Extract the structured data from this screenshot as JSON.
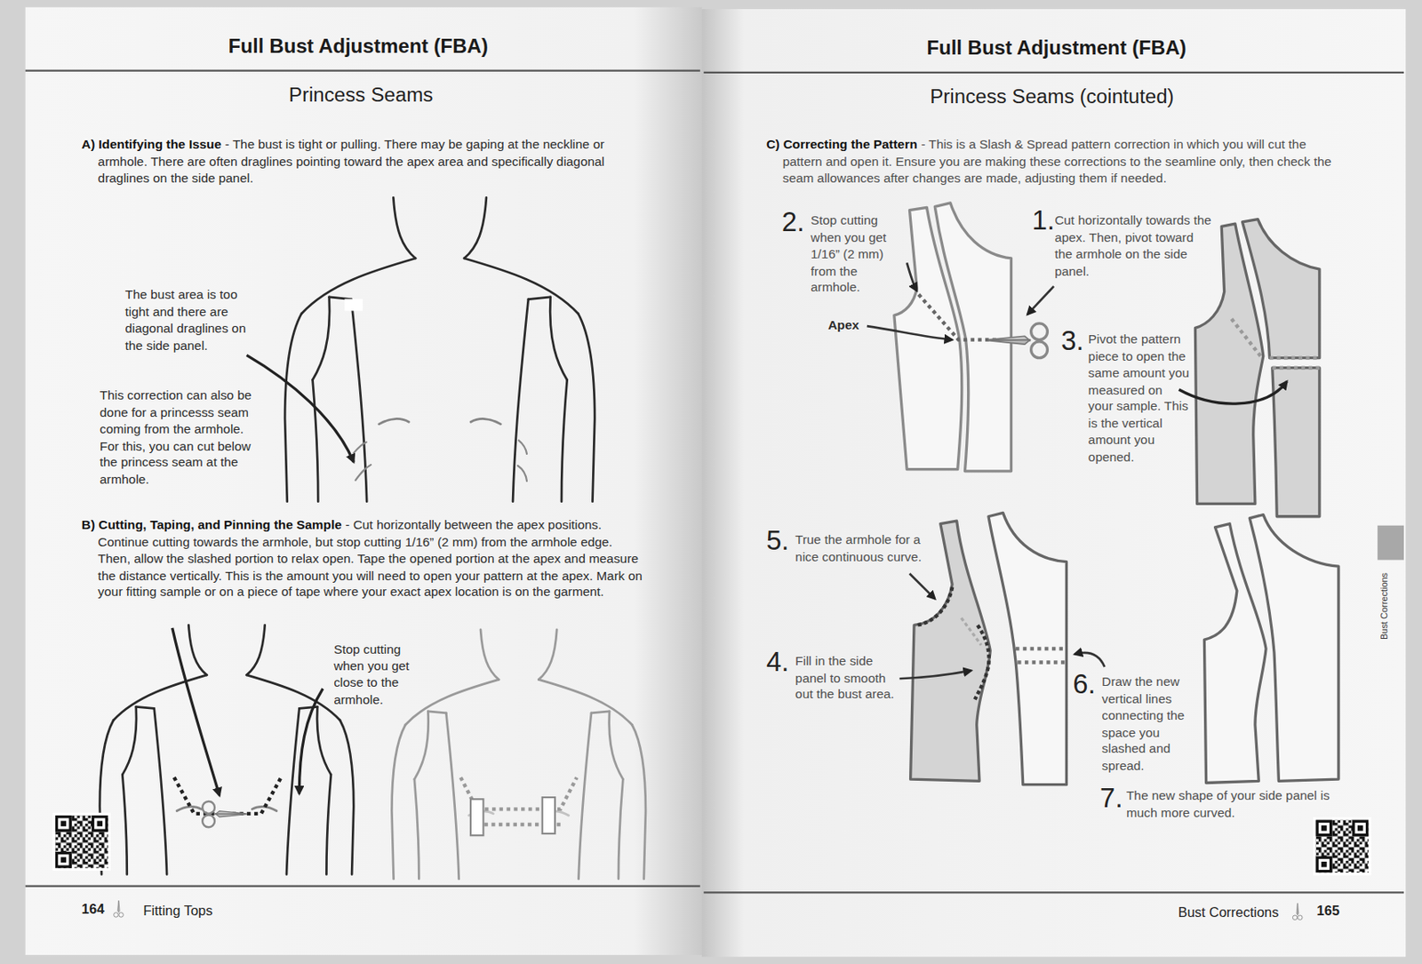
{
  "diagram": {
    "title": "Full Bust Adjustment (FBA)",
    "labels": [
      "Princess Seams",
      "A) Identifying the Issue",
      "- The bust is tight or pulling. There may be gaping at the neckline or armhole. There are often draglines pointing toward the apex area and specifically diagonal draglines on the side panel.",
      "The bust area is too tight and there are diagonal draglines on the side panel.",
      "This correction can also be done for a princesss seam coming from the armhole. For this, you can cut below the princess seam at the armhole.",
      "B) Cutting, Taping, and Pinning the Sample",
      "- Cut horizontally between the apex positions. Continue cutting towards the armhole, but stop cutting 1/16” (2 mm) from the armhole edge. Then, allow the slashed portion to relax open. Tape the opened portion at the apex and measure the distance vertically. This is the amount you will need to open your pattern at the apex. Mark on your fitting sample or on a piece of tape where your exact apex location is on the garment.",
      "Stop cutting when you get close to the armhole.",
      "164",
      "Fitting Tops",
      "Full Bust Adjustment (FBA)",
      "Princess Seams (cointuted)",
      "C) Correcting the Pattern",
      "- This is a Slash & Spread pattern correction in which you will cut the pattern and open it. Ensure you are making these corrections to the seamline only, then check the seam allowances after changes are made, adjusting them if needed.",
      "2.",
      "Stop cutting when you get 1/16” (2 mm) from the armhole.",
      "1.",
      "Cut horizontally towards the apex. Then, pivot toward the armhole on the side panel.",
      "Apex",
      "3.",
      "Pivot the pattern piece to open the same amount you measured on your sample. This is the vertical amount you opened.",
      "5.",
      "True the armhole for a nice continuous curve.",
      "4.",
      "Fill in the side panel to smooth out the bust area.",
      "6.",
      "Draw the new vertical lines connecting the space you slashed and spread.",
      "7.",
      "The new shape of your side panel is much more curved.",
      "Bust Corrections",
      "Bust Corrections",
      "165"
    ]
  }
}
